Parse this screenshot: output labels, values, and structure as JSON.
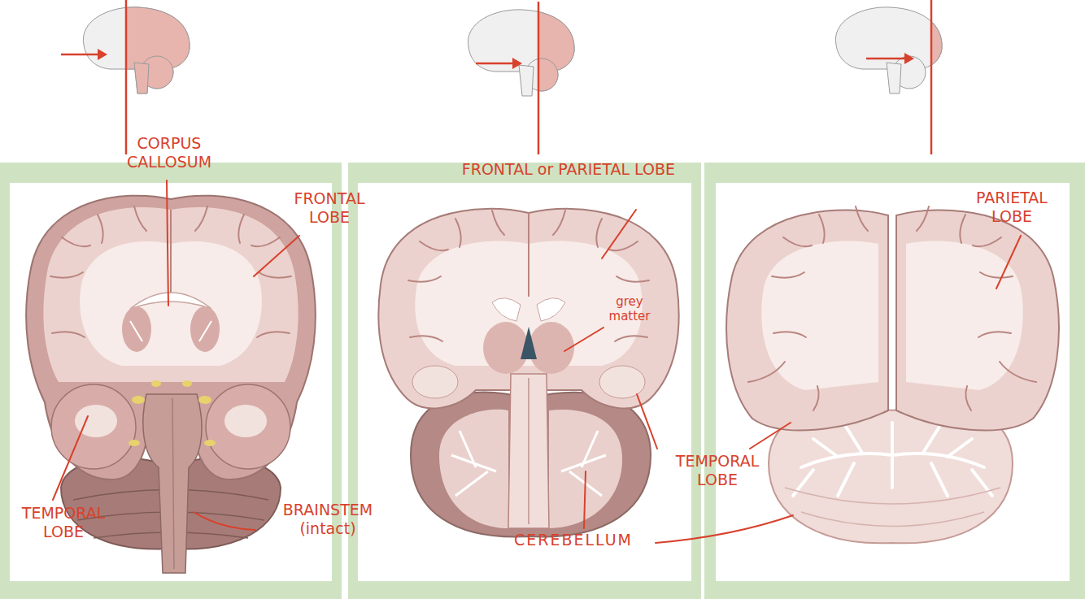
{
  "diagram": {
    "labels": [
      "CORPUS CALLOSUM",
      "FRONTAL or PARIETAL LOBE",
      "FRONTAL LOBE",
      "PARIETAL LOBE",
      "grey matter",
      "TEMPORAL LOBE",
      "TEMPORAL LOBE",
      "BRAINSTEM (intact)",
      "CEREBELLUM"
    ]
  }
}
